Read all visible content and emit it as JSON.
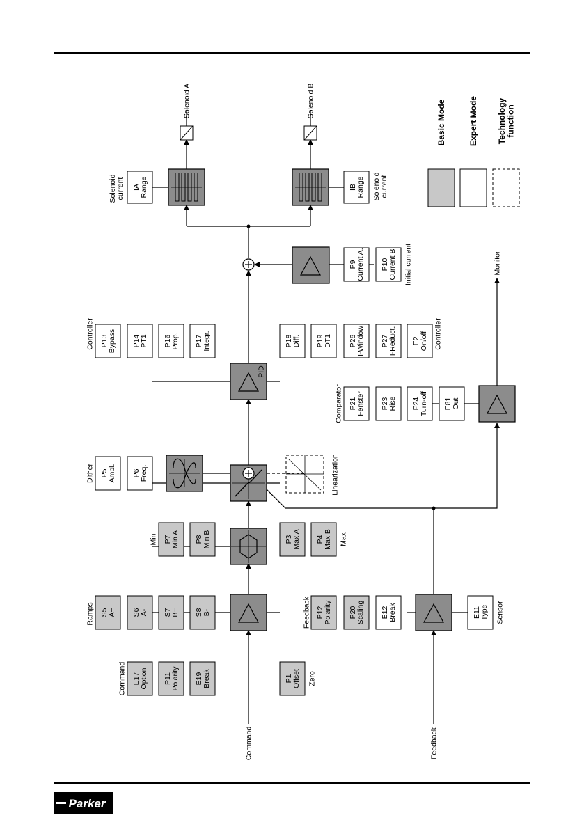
{
  "colors": {
    "basic": "#c8c8c8",
    "expert": "#ffffff",
    "func_block": "#8c8c8c",
    "line": "#000000"
  },
  "logo": {
    "text": "Parker"
  },
  "labels": {
    "command_in": "Command",
    "feedback_in": "Feedback",
    "monitor_out": "Monitor",
    "solenoid_a": "Solenoid A",
    "solenoid_b": "Solenoid B",
    "linearization": "Linearization",
    "pid": "PID"
  },
  "groups": {
    "command": "Command",
    "zero": "Zero",
    "ramps": "Ramps",
    "min": "Min",
    "max": "Max",
    "dither": "Dither",
    "controller_top": "Controller",
    "controller_bottom": "Controller",
    "feedback": "Feedback",
    "sensor": "Sensor",
    "comparator": "Comparator",
    "initial_current": "Initial current",
    "solenoid_current_a": [
      "Solenoid",
      "current"
    ],
    "solenoid_current_b": [
      "Solenoid",
      "current"
    ]
  },
  "params": {
    "e17": [
      "E17",
      "Option"
    ],
    "p11": [
      "P11",
      "Polarity"
    ],
    "e19": [
      "E19",
      "Break"
    ],
    "p1": [
      "P1",
      "Offset"
    ],
    "s5": [
      "S5",
      "A+"
    ],
    "s6": [
      "S6",
      "A-"
    ],
    "s7": [
      "S7",
      "B+"
    ],
    "s8": [
      "S8",
      "B-"
    ],
    "p7": [
      "P7",
      "Min A"
    ],
    "p8": [
      "P8",
      "Min B"
    ],
    "p3": [
      "P3",
      "Max A"
    ],
    "p4": [
      "P4",
      "Max B"
    ],
    "p5": [
      "P5",
      "Ampl."
    ],
    "p6": [
      "P6",
      "Freq."
    ],
    "p13": [
      "P13",
      "Bypass"
    ],
    "p14": [
      "P14",
      "PT1"
    ],
    "p16": [
      "P16",
      "Prop."
    ],
    "p17": [
      "P17",
      "Integr."
    ],
    "p18": [
      "P18",
      "Diff."
    ],
    "p19": [
      "P19",
      "DT1"
    ],
    "p26": [
      "P26",
      "I-Window"
    ],
    "p27": [
      "P27",
      "I-Reduct."
    ],
    "e2": [
      "E2",
      "On/off"
    ],
    "p9": [
      "P9",
      "Current A."
    ],
    "p10": [
      "P10",
      "Current B"
    ],
    "ia": [
      "IA",
      "Range"
    ],
    "ib": [
      "IB",
      "Range"
    ],
    "p12": [
      "P12",
      "Polarity"
    ],
    "p20": [
      "P20",
      "Scaling"
    ],
    "e12": [
      "E12",
      "Break"
    ],
    "e11": [
      "E11",
      "Type"
    ],
    "p21": [
      "P21",
      "Fenster"
    ],
    "p23": [
      "P23",
      "Rise"
    ],
    "p24": [
      "P24",
      "Turn-off"
    ],
    "e81": [
      "E81",
      "Out"
    ]
  },
  "legend": {
    "basic": "Basic Mode",
    "expert": "Expert Mode",
    "technology": [
      "Technology",
      "function"
    ]
  }
}
